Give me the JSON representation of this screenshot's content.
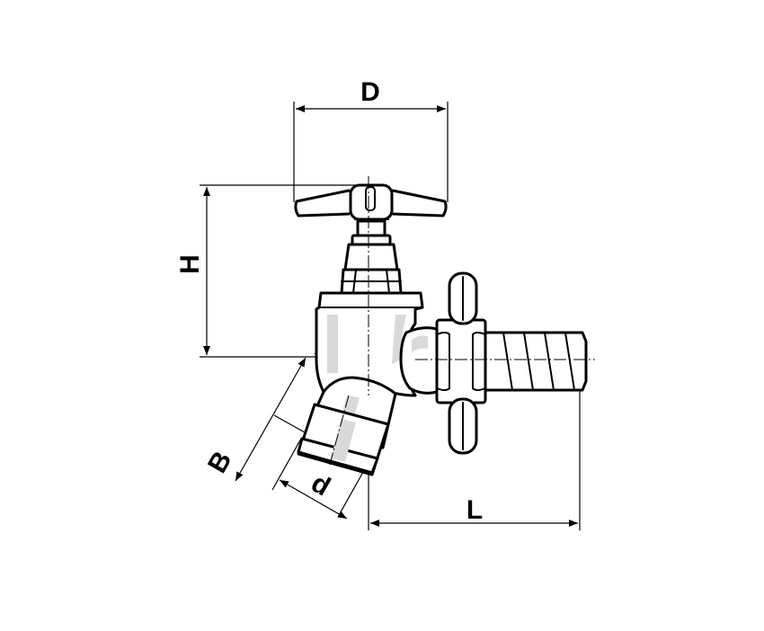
{
  "dimensions": {
    "D": "D",
    "H": "H",
    "L": "L",
    "B": "B",
    "d": "d"
  },
  "colors": {
    "line": "#000000",
    "background": "#ffffff",
    "shading": "#d9d9d9"
  }
}
